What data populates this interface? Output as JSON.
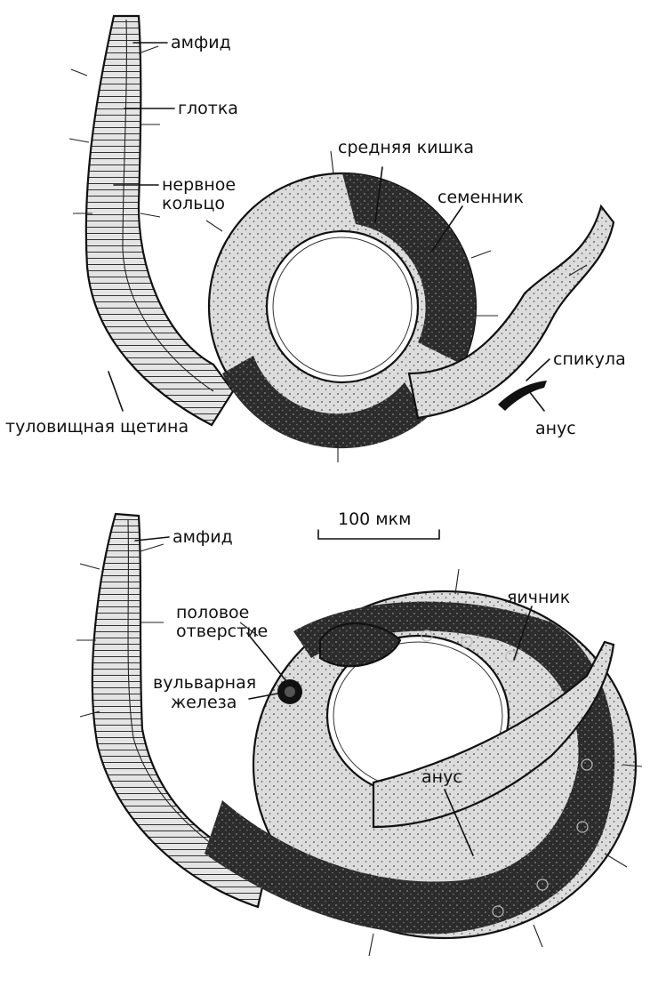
{
  "male": {
    "labels": {
      "amphid": "амфид",
      "pharynx": "глотка",
      "nerve_ring_1": "нервное",
      "nerve_ring_2": "кольцо",
      "midgut": "средняя кишка",
      "testis": "семенник",
      "spicule": "спикула",
      "anus": "анус",
      "body_seta": "туловищная щетина"
    }
  },
  "scale_bar": {
    "label": "100 мкм"
  },
  "female": {
    "labels": {
      "amphid": "амфид",
      "genital_1": "половое",
      "genital_2": "отверстие",
      "vulvar_1": "вульварная",
      "vulvar_2": "железа",
      "ovary": "яичник",
      "anus": "анус"
    }
  },
  "colors": {
    "body_fill": "#d9d9d9",
    "gonad_fill": "#2a2a2a",
    "outline": "#111111",
    "background": "#ffffff"
  }
}
